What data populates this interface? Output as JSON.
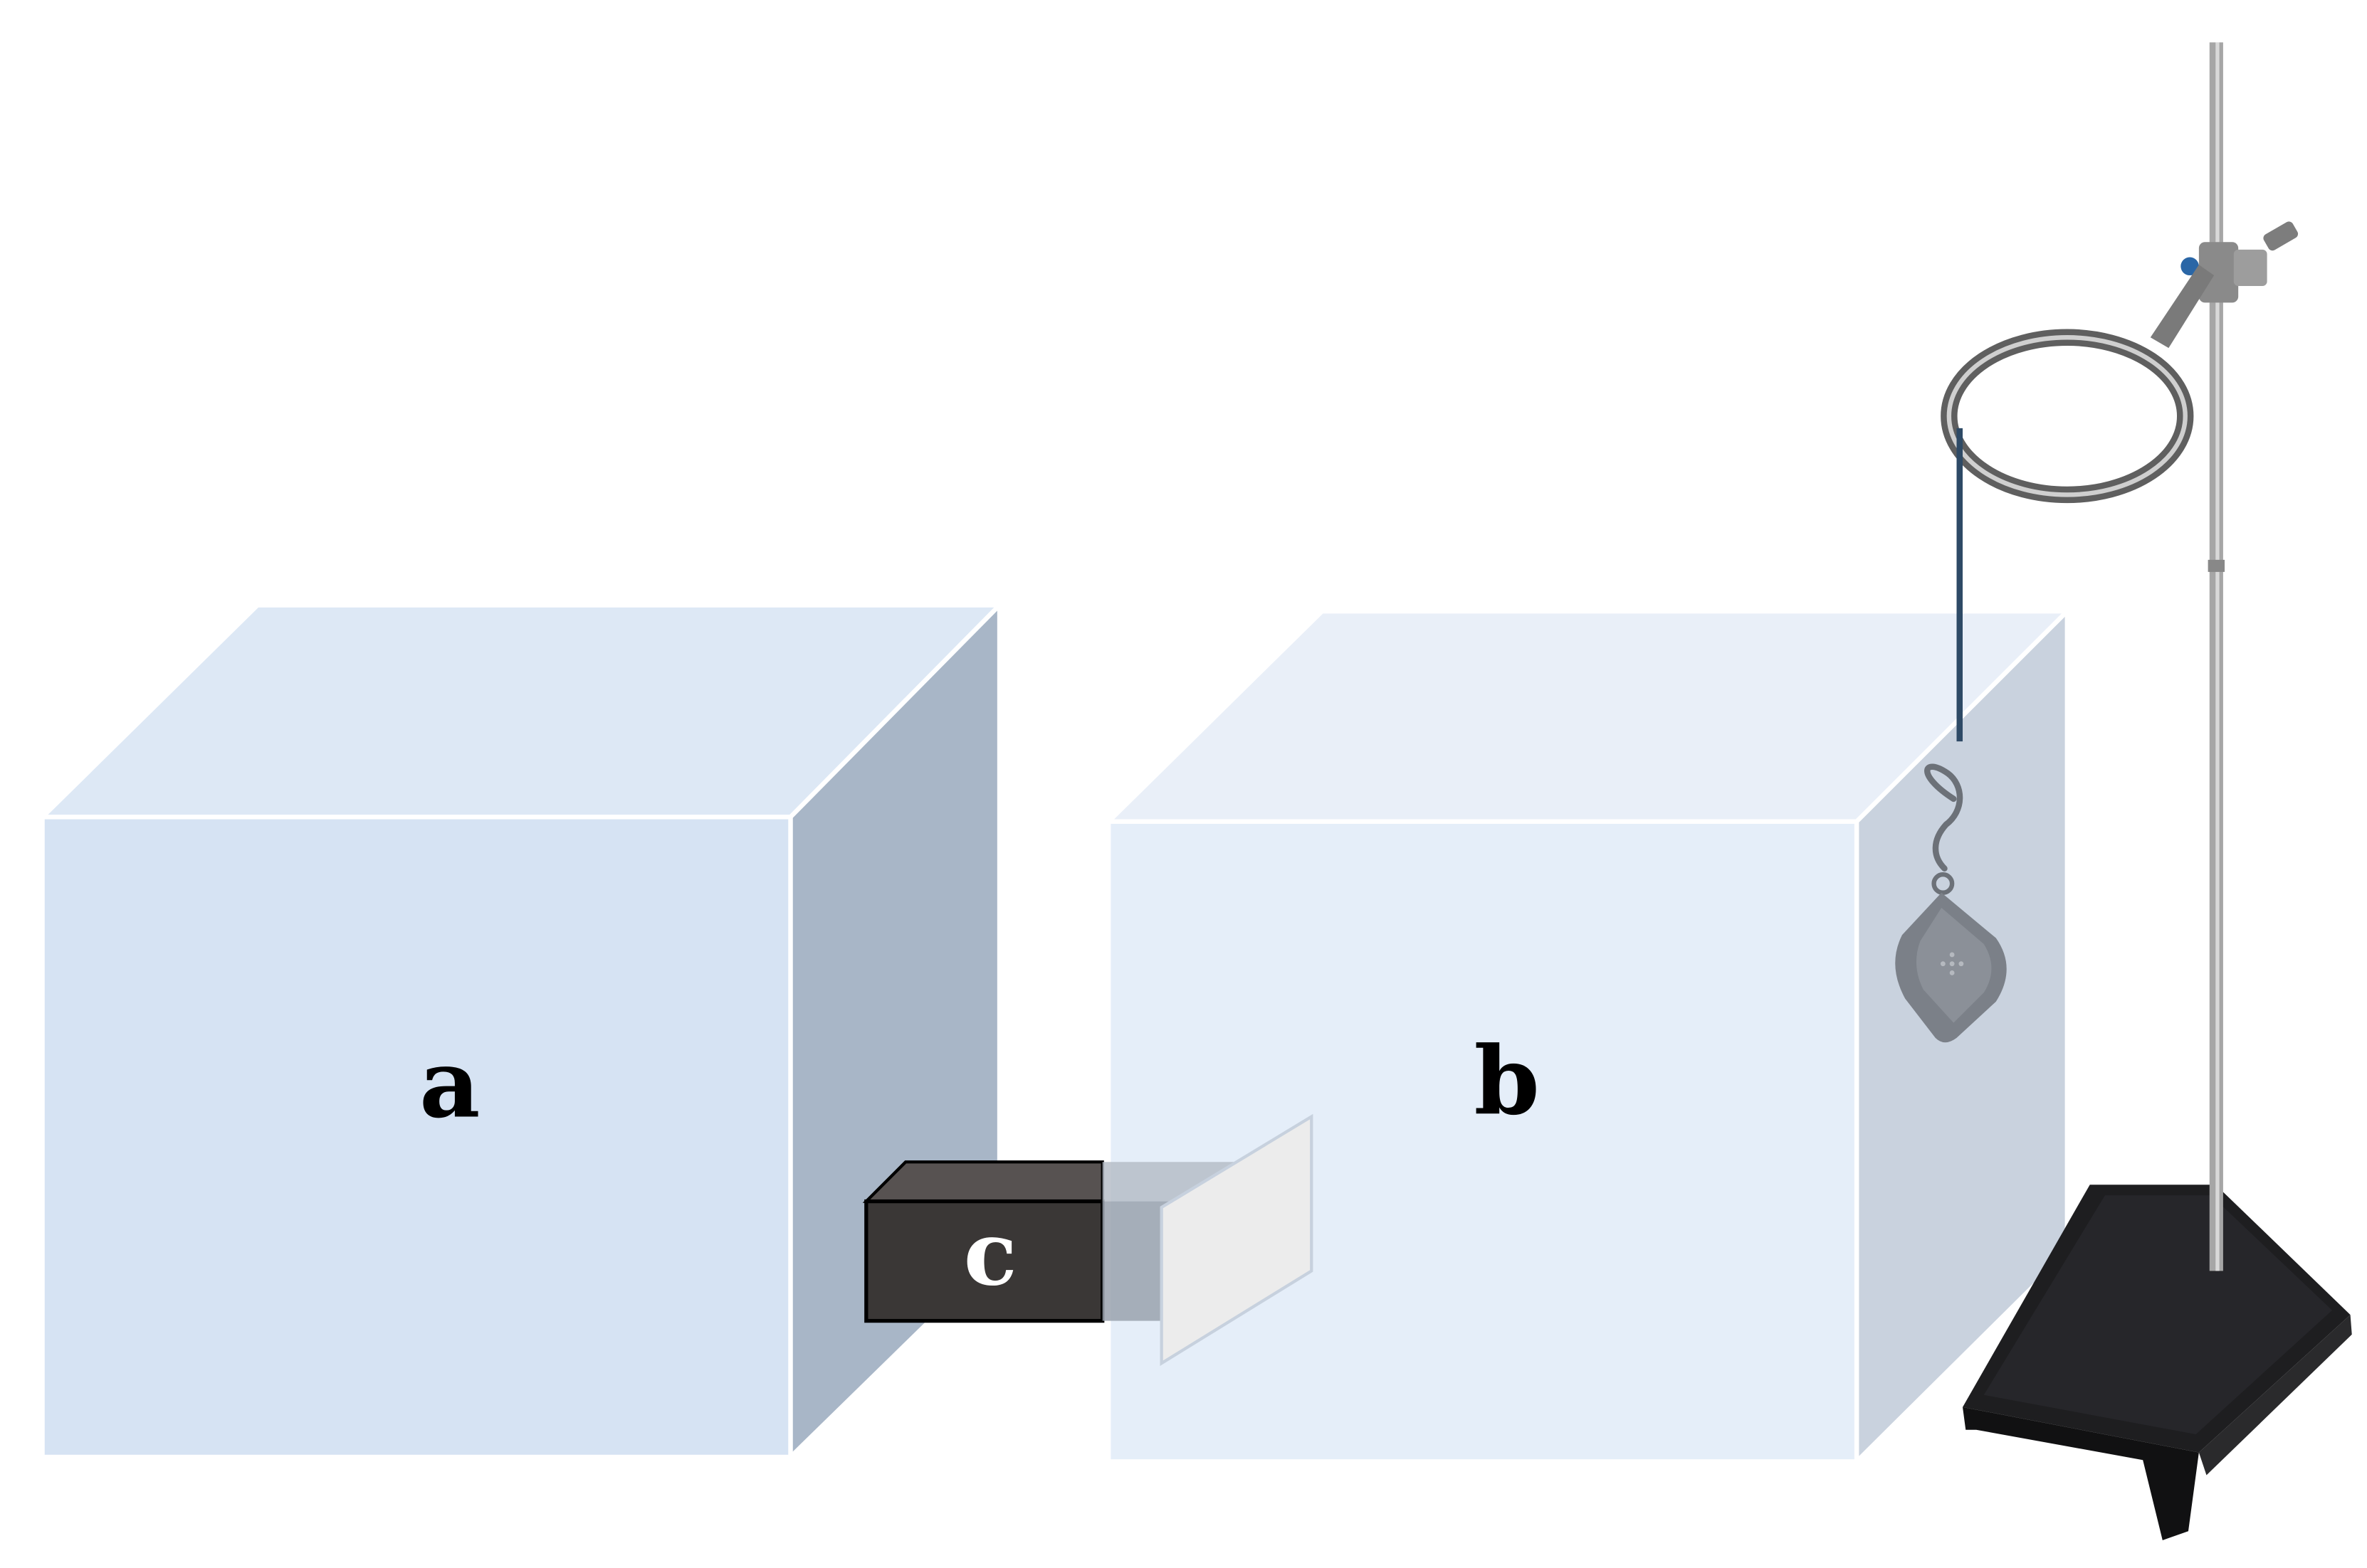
{
  "labels": {
    "box_a": "a",
    "box_b": "b",
    "channel_c": "c"
  },
  "colors": {
    "background": "#ffffff",
    "box_a_front": "#d6e3f3",
    "box_a_top": "#dde8f5",
    "box_a_side": "#a8b6c7",
    "box_b_front": "#e3edf8",
    "box_b_top": "#e9eff8",
    "box_b_side": "#c9d2de",
    "channel_dark": "#3a3736",
    "channel_top": "#575251",
    "channel_light": "#9aa2ae",
    "filter_panel": "#ececec",
    "stand_base": "#1e1e20",
    "rod": "#9c9c9c",
    "ring": "#707070",
    "wire": "#2e4a66",
    "sensor": "#7b8088",
    "label_dark": "#000000",
    "label_light": "#ffffff"
  },
  "icons": {
    "sensor": "pendant-sensor-icon",
    "hook": "s-hook-icon",
    "stand": "retort-stand-icon",
    "ring": "support-ring-icon",
    "clamp": "clamp-icon"
  }
}
